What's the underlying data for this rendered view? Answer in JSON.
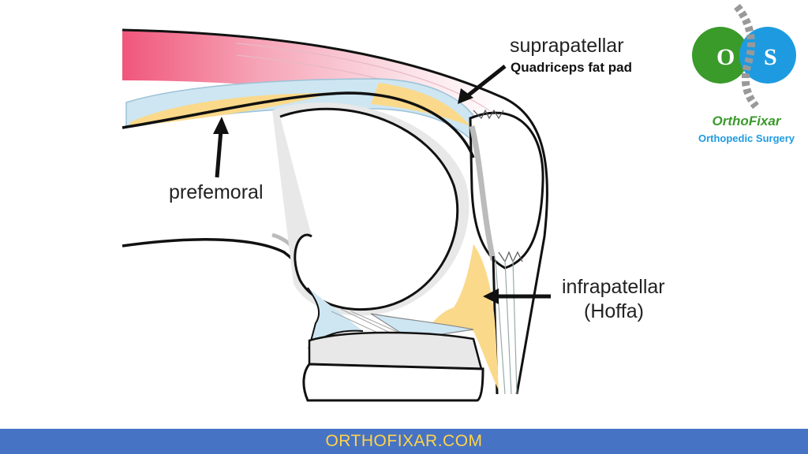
{
  "labels": {
    "suprapatellar": "suprapatellar",
    "quadriceps": "Quadriceps fat pad",
    "prefemoral": "prefemoral",
    "infrapatellar": "infrapatellar",
    "hoffa": "(Hoffa)"
  },
  "logo": {
    "name": "OrthoFixar",
    "subtitle": "Orthopedic Surgery",
    "left_letter": "O",
    "right_letter": "S"
  },
  "footer": {
    "text": "ORTHOFIXAR.COM"
  },
  "colors": {
    "fat_pad": "#fbd98a",
    "synovium": "#cde6f2",
    "muscle": "#f0567a",
    "logo_green": "#3a9a2a",
    "logo_blue": "#1e9be0",
    "footer_bg": "#4773c4",
    "footer_text": "#ffd34a"
  }
}
